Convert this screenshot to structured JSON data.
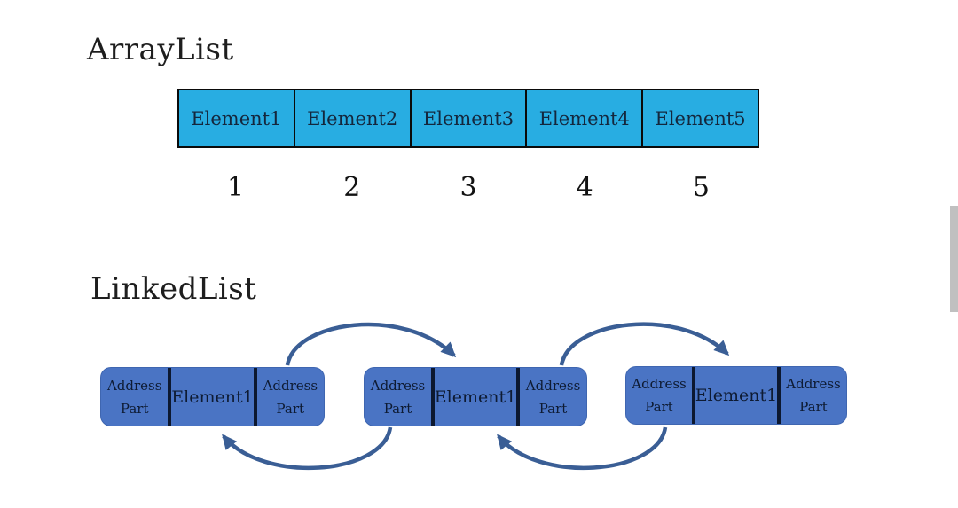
{
  "arraylist": {
    "title": "ArrayList",
    "cells": [
      {
        "label": "Element1",
        "index": "1"
      },
      {
        "label": "Element2",
        "index": "2"
      },
      {
        "label": "Element3",
        "index": "3"
      },
      {
        "label": "Element4",
        "index": "4"
      },
      {
        "label": "Element5",
        "index": "5"
      }
    ]
  },
  "linkedlist": {
    "title": "LinkedList",
    "nodes": [
      {
        "address_left_line1": "Address",
        "address_left_line2": "Part",
        "element": "Element1",
        "address_right_line1": "Address",
        "address_right_line2": "Part"
      },
      {
        "address_left_line1": "Address",
        "address_left_line2": "Part",
        "element": "Element1",
        "address_right_line1": "Address",
        "address_right_line2": "Part"
      },
      {
        "address_left_line1": "Address",
        "address_left_line2": "Part",
        "element": "Element1",
        "address_right_line1": "Address",
        "address_right_line2": "Part"
      }
    ]
  },
  "colors": {
    "array_cell_fill": "#28ADE2",
    "array_cell_border": "#0A0A0A",
    "array_text": "#14273D",
    "node_fill": "#4A74C4",
    "node_border": "#3F66B0",
    "node_divider": "#0C1830",
    "node_text": "#0E1B33",
    "arrow": "#3A5E95",
    "scrollbar": "#C0C0C0",
    "background": "#FFFFFF"
  }
}
